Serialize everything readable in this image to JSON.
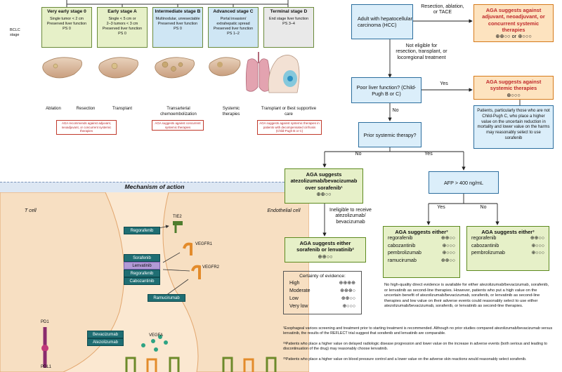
{
  "bclc_label": "BCLC stage",
  "stages": [
    {
      "title": "Very early stage 0",
      "lines": [
        "Single tumor < 2 cm",
        "Preserved liver function",
        "PS 0"
      ],
      "color": "#e6f0c8"
    },
    {
      "title": "Early stage A",
      "lines": [
        "Single < 5 cm or",
        "2–3 tumors < 3 cm",
        "Preserved liver function",
        "PS 0"
      ],
      "color": "#e6f0c8"
    },
    {
      "title": "Intermediate stage B",
      "lines": [
        "Multinodular, unresectable",
        "Preserved liver function",
        "PS 0"
      ],
      "color": "#cfe6f4"
    },
    {
      "title": "Advanced stage C",
      "lines": [
        "Portal invasion/",
        "extrahepatic spread",
        "Preserved liver function",
        "PS 1–2"
      ],
      "color": "#cfe6f4"
    },
    {
      "title": "Terminal stage D",
      "lines": [
        "End stage liver function",
        "PS 3–4"
      ],
      "color": "#e9e9e9"
    }
  ],
  "treatments": {
    "ablation": "Ablation",
    "resection": "Resection",
    "transplant": "Transplant",
    "tace": "Transarterial chemoembolization",
    "systemic": "Systemic therapies",
    "terminal": "Transplant or Best supportive care"
  },
  "stage_recs": {
    "early": "AGA recommends against adjuvant, neoadjuvant, or concurrent systemic therapies",
    "intermediate": "AGA suggests against concurrent systemic therapies",
    "terminal": "AGA suggests against systemic therapies in patients with decompensated cirrhosis (Child-Pugh B or C)"
  },
  "mechanism": {
    "title": "Mechanism of action",
    "tcell": "T cell",
    "endo": "Endothelial cell",
    "receptors": {
      "tie2": "TIE2",
      "vegfr1": "VEGFR1",
      "vegfr2": "VEGFR2",
      "vegfa": "VEGFA",
      "pd1": "PD1",
      "pdl1": "PDL1"
    },
    "drugs": {
      "regorafenib": "Regorafenib",
      "sorafenib": "Sorafenib",
      "lenvatinib": "Lenvatinib",
      "regorafenib2": "Regorafenib",
      "cabozantinib": "Cabozantinib",
      "ramucirumab": "Ramucirumab",
      "bevacizumab": "Bevacizumab",
      "atezolizumab": "Atezolizumab"
    }
  },
  "flow": {
    "hcc": "Adult with hepatocellular carcinoma (HCC)",
    "resection_label": "Resection, ablation, or TACE",
    "rec1_head": "AGA suggests against adjuvant, neoadjuvant, or concurrent systemic therapies",
    "rec1_cert": "⊕⊕○○ or ⊕○○○",
    "not_eligible": "Not eligible for resection, transplant, or locoregional treatment",
    "poor_liver": "Poor liver function? (Child-Pugh B or C)",
    "yes": "Yes",
    "no": "No",
    "rec2_head": "AGA suggests against systemic therapies",
    "rec2_cert": "⊕○○○",
    "note_childpugh": "Patients, particularly those who are not Child-Pugh C, who place a higher value on the uncertain reduction in mortality and lower value on the harms may reasonably select to use sorafenib",
    "prior_systemic": "Prior systemic therapy?",
    "no2": "No",
    "yes2": "Yes",
    "atezo_rec": "AGA suggests atezolizumab/bevacizumab over sorafenib¹",
    "atezo_cert": "⊕⊕○○",
    "ineligible": "Ineligible to receive atezolizumab/ bevacizumab",
    "sor_len_rec": "AGA suggests either sorafenib or lenvatinib²",
    "sor_len_cert": "⊕⊕○○",
    "afp": "AFP > 400 ng/mL",
    "yes3": "Yes",
    "no3": "No",
    "either_left_head": "AGA suggests either³",
    "either_left": [
      {
        "drug": "regorafenib",
        "cert": "⊕⊕○○"
      },
      {
        "drug": "cabozantinib",
        "cert": "⊕○○○"
      },
      {
        "drug": "pembrolizumab",
        "cert": "⊕○○○"
      },
      {
        "drug": "ramucirumab",
        "cert": "⊕⊕○○"
      }
    ],
    "either_right_head": "AGA suggests either³",
    "either_right": [
      {
        "drug": "regorafenib",
        "cert": "⊕⊕○○"
      },
      {
        "drug": "cabozantinib",
        "cert": "⊕○○○"
      },
      {
        "drug": "pembrolizumab",
        "cert": "⊕○○○"
      }
    ],
    "certainty_title": "Certainty of evidence:",
    "certainty": [
      {
        "level": "High",
        "sym": "⊕⊕⊕⊕"
      },
      {
        "level": "Moderate",
        "sym": "⊕⊕⊕○"
      },
      {
        "level": "Low",
        "sym": "⊕⊕○○"
      },
      {
        "level": "Very low",
        "sym": "⊕○○○"
      }
    ],
    "second_line_note": "No high-quality direct evidence is available for either atezolizumab/bevacizumab, sorafenib, or lenvatinib as second-line therapies. However, patients who put a high value on the uncertain benefit of atezolizumab/bevacizumab, sorafenib, or lenvatinib as second-line therapies and low value on their adverse events could reasonably select to use either atezolizumab/bevacizumab, sorafenib, or lenvatinib as second-line therapies.",
    "foot1": "¹Esophageal varices screening and treatment prior to starting treatment is recommended. Although no prior studies compared atezolizumab/bevacizumab versus lenvatinib, the results of the REFLECT trial suggest that sorafenib and lenvatinib are comparable.",
    "foot2": "²ᵃPatients who place a higher value on delayed radiologic disease progression and lower value on the increase in adverse events (both serious and leading to discontinuation of the drug) may reasonably choose lenvatinib.",
    "foot3": "²ᵇPatients who place a higher value on blood pressure control and a lower value on the adverse skin reactions would reasonably select sorafenib."
  }
}
